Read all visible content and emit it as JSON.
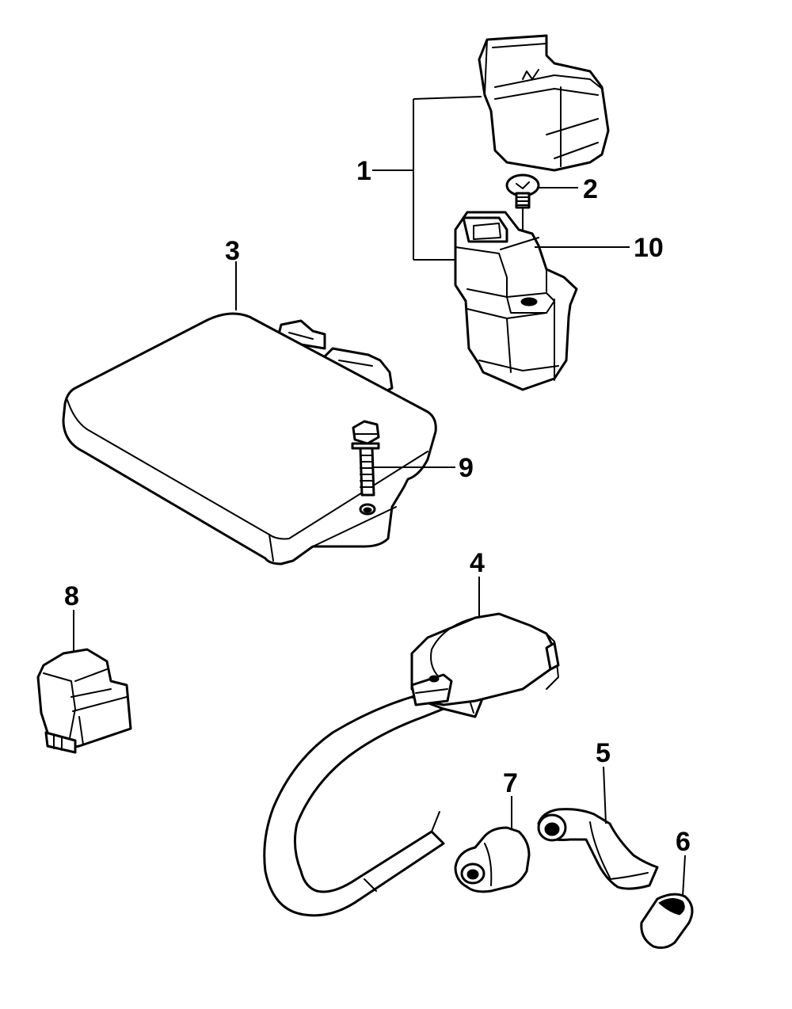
{
  "diagram": {
    "callouts": [
      {
        "id": "callout-1",
        "label": "1"
      },
      {
        "id": "callout-2",
        "label": "2"
      },
      {
        "id": "callout-3",
        "label": "3"
      },
      {
        "id": "callout-4",
        "label": "4"
      },
      {
        "id": "callout-5",
        "label": "5"
      },
      {
        "id": "callout-6",
        "label": "6"
      },
      {
        "id": "callout-7",
        "label": "7"
      },
      {
        "id": "callout-8",
        "label": "8"
      },
      {
        "id": "callout-9",
        "label": "9"
      },
      {
        "id": "callout-10",
        "label": "10"
      }
    ],
    "colors": {
      "line": "#000000",
      "background": "#ffffff"
    }
  }
}
